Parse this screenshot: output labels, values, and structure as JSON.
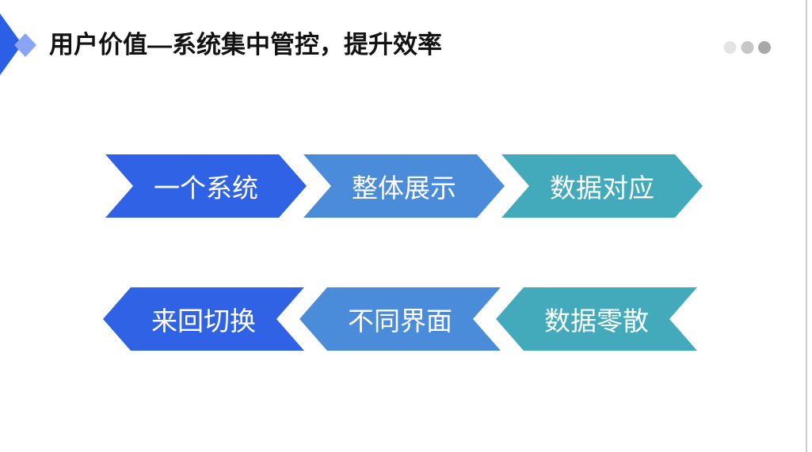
{
  "header": {
    "title": "用户价值—系统集中管控，提升效率",
    "decoration": {
      "large_diamond_color": "#2b5fe5",
      "small_diamond_color": "#88a4f2"
    },
    "dots": {
      "colors": [
        "#e4e4e4",
        "#c7c7c7",
        "#a8a8a8"
      ]
    }
  },
  "canvas": {
    "background": "#ffffff",
    "right_edge_color": "#cbcbcb"
  },
  "diagram": {
    "top_row": {
      "direction": "right",
      "items": [
        {
          "label": "一个系统",
          "color": "#2f62e4"
        },
        {
          "label": "整体展示",
          "color": "#4a8cd9"
        },
        {
          "label": "数据对应",
          "color": "#43aabc"
        }
      ]
    },
    "bottom_row": {
      "direction": "left",
      "items": [
        {
          "label": "来回切换",
          "color": "#2f62e4"
        },
        {
          "label": "不同界面",
          "color": "#4a8cd9"
        },
        {
          "label": "数据零散",
          "color": "#43aabc"
        }
      ]
    }
  }
}
